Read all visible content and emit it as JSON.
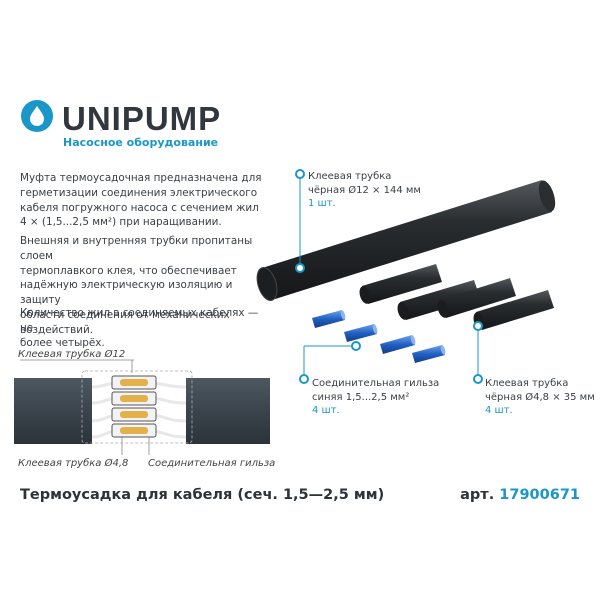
{
  "brand": {
    "name": "UNIPUMP",
    "tagline": "Насосное оборудование",
    "accent_color": "#1b96c9",
    "dark_color": "#31373d",
    "logo_icon": "water-drop-icon"
  },
  "description": {
    "p1_lines": [
      "Муфта термоусадочная предназначена для",
      "герметизации соединения электрического",
      "кабеля погружного насоса с сечением жил",
      "4 × (1,5...2,5 мм²) при наращивании."
    ],
    "p2_lines": [
      "Внешняя и внутренняя трубки пропитаны слоем",
      "термоплавкого клея, что обеспечивает",
      "надёжную электрическую изоляцию и защиту",
      "области соединения от механических",
      "воздействий."
    ],
    "p3_lines": [
      "Количество жил в соединяемых кабелях — не",
      "более четырёх."
    ]
  },
  "diagram": {
    "label_top": "Клеевая трубка Ø12",
    "label_bottom": "Клеевая трубка Ø4,8",
    "label_sleeve": "Соединительная гильза"
  },
  "products": {
    "big_tube": {
      "name": "Клеевая трубка",
      "spec": "чёрная Ø12 × 144 мм",
      "qty": "1 шт."
    },
    "sleeve": {
      "name": "Соединительная гильза",
      "spec": "синяя 1,5...2,5 мм²",
      "qty": "4 шт."
    },
    "small_tube": {
      "name": "Клеевая трубка",
      "spec": "чёрная Ø4,8 × 35 мм",
      "qty": "4 шт."
    }
  },
  "footer": {
    "title": "Термоусадка для кабеля (сеч. 1,5—2,5 мм)",
    "art_label": "арт.",
    "art_number": "17900671"
  }
}
